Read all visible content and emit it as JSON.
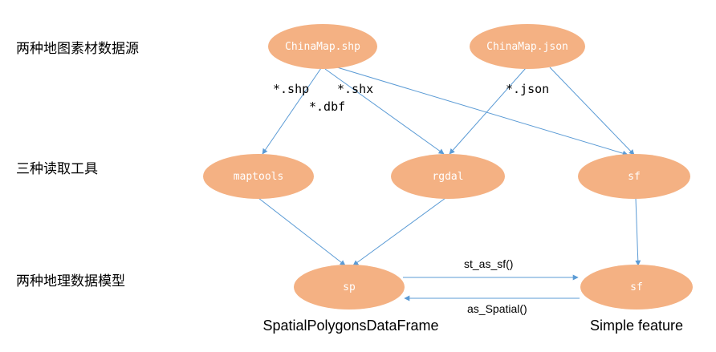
{
  "row_labels": {
    "sources": "两种地图素材数据源",
    "tools": "三种读取工具",
    "models": "两种地理数据模型"
  },
  "nodes": {
    "shp": "ChinaMap.shp",
    "json": "ChinaMap.json",
    "maptools": "maptools",
    "rgdal": "rgdal",
    "sf_tool": "sf",
    "sp": "sp",
    "sf_model": "sf"
  },
  "edge_labels": {
    "shp": "*.shp",
    "shx": "*.shx",
    "dbf": "*.dbf",
    "json": "*.json",
    "st_as_sf": "st_as_sf()",
    "as_spatial": "as_Spatial()"
  },
  "captions": {
    "sp": "SpatialPolygonsDataFrame",
    "sf": "Simple feature"
  },
  "colors": {
    "node_fill": "#F4B183",
    "arrow": "#5B9BD5",
    "text": "#000000"
  }
}
